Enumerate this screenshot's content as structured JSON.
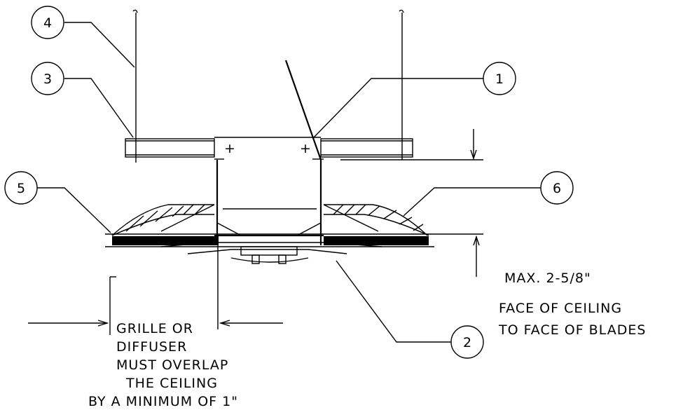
{
  "callouts": {
    "c1": "1",
    "c2": "2",
    "c3": "3",
    "c4": "4",
    "c5": "5",
    "c6": "6"
  },
  "dimension_note": {
    "max": "MAX. 2-5/8\"",
    "line1": "FACE OF CEILING",
    "line2": "TO FACE OF BLADES"
  },
  "overlap_note": {
    "line1": "GRILLE OR",
    "line2": "DIFFUSER",
    "line3": "MUST OVERLAP",
    "line4": "THE CEILING",
    "line5": "BY A MINIMUM OF 1\""
  },
  "symbols": {
    "plus_left": "+",
    "plus_right": "+"
  }
}
